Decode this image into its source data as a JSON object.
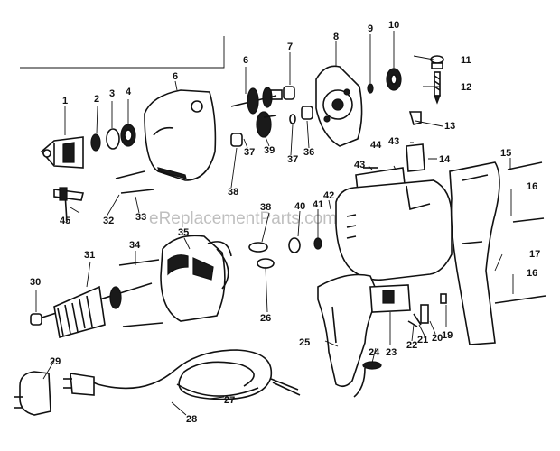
{
  "watermark": "eReplacementParts.com",
  "callouts": [
    {
      "id": "c1",
      "label": "1"
    },
    {
      "id": "c2",
      "label": "2"
    },
    {
      "id": "c3",
      "label": "3"
    },
    {
      "id": "c4",
      "label": "4"
    },
    {
      "id": "c6a",
      "label": "6"
    },
    {
      "id": "c6b",
      "label": "6"
    },
    {
      "id": "c7",
      "label": "7"
    },
    {
      "id": "c8",
      "label": "8"
    },
    {
      "id": "c9",
      "label": "9"
    },
    {
      "id": "c10",
      "label": "10"
    },
    {
      "id": "c11",
      "label": "11"
    },
    {
      "id": "c12",
      "label": "12"
    },
    {
      "id": "c13",
      "label": "13"
    },
    {
      "id": "c14",
      "label": "14"
    },
    {
      "id": "c15",
      "label": "15"
    },
    {
      "id": "c16a",
      "label": "16"
    },
    {
      "id": "c16b",
      "label": "16"
    },
    {
      "id": "c17",
      "label": "17"
    },
    {
      "id": "c19",
      "label": "19"
    },
    {
      "id": "c20",
      "label": "20"
    },
    {
      "id": "c21",
      "label": "21"
    },
    {
      "id": "c22",
      "label": "22"
    },
    {
      "id": "c23",
      "label": "23"
    },
    {
      "id": "c24",
      "label": "24"
    },
    {
      "id": "c25",
      "label": "25"
    },
    {
      "id": "c26",
      "label": "26"
    },
    {
      "id": "c27",
      "label": "27"
    },
    {
      "id": "c28",
      "label": "28"
    },
    {
      "id": "c29",
      "label": "29"
    },
    {
      "id": "c30",
      "label": "30"
    },
    {
      "id": "c31",
      "label": "31"
    },
    {
      "id": "c32",
      "label": "32"
    },
    {
      "id": "c33",
      "label": "33"
    },
    {
      "id": "c34",
      "label": "34"
    },
    {
      "id": "c35",
      "label": "35"
    },
    {
      "id": "c36",
      "label": "36"
    },
    {
      "id": "c37a",
      "label": "37"
    },
    {
      "id": "c37b",
      "label": "37"
    },
    {
      "id": "c38a",
      "label": "38"
    },
    {
      "id": "c38b",
      "label": "38"
    },
    {
      "id": "c39",
      "label": "39"
    },
    {
      "id": "c40",
      "label": "40"
    },
    {
      "id": "c41",
      "label": "41"
    },
    {
      "id": "c42",
      "label": "42"
    },
    {
      "id": "c43a",
      "label": "43"
    },
    {
      "id": "c43b",
      "label": "43"
    },
    {
      "id": "c44",
      "label": "44"
    },
    {
      "id": "c45",
      "label": "45"
    }
  ]
}
